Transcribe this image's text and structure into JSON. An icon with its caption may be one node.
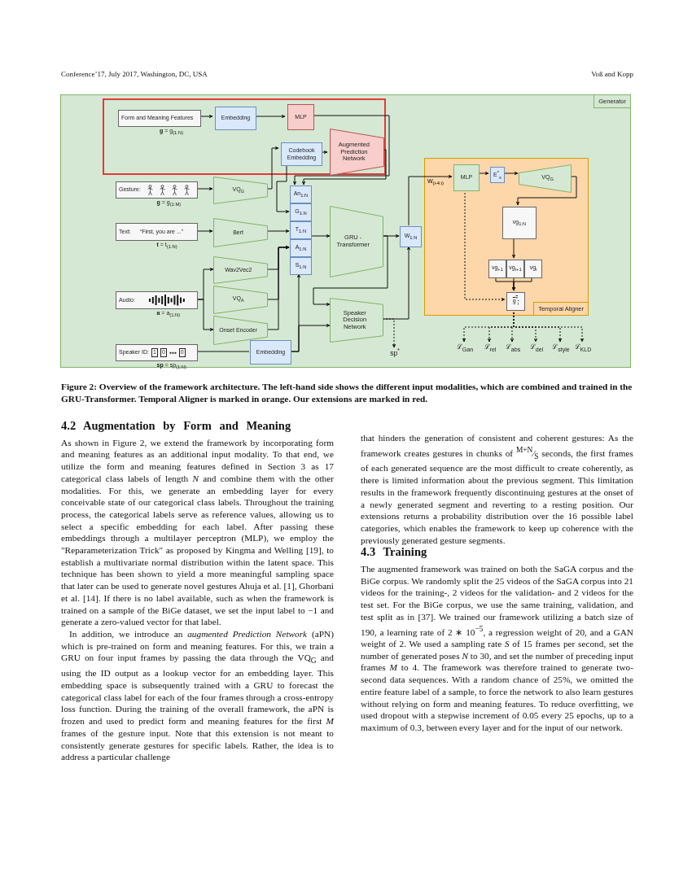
{
  "diagram": {
    "caption": "Figure 2: Overview of the framework architecture. The left-hand side shows the different input modalities, which are combined and trained in the GRU-Transformer. Temporal Aligner is marked in orange. Our extensions are marked in red.",
    "nodes": [
      {
        "text": [
          "Generator"
        ]
      },
      {
        "text": [],
        "shape": "box",
        "in": 0
      },
      {
        "text": [
          "Form and Meaning Features"
        ],
        "in": 1,
        "beside": [
          "**g** = g$_{(1:N)}$"
        ]
      },
      {
        "text": [
          "Embedding"
        ],
        "in": 1
      },
      {
        "text": [
          "MLP"
        ],
        "in": 1
      },
      {
        "text": [
          "Codebook Embedding"
        ],
        "in": 1
      },
      {
        "text": [
          "Augmented Prediction Network"
        ],
        "in": 1
      },
      {
        "text": [
          "Gesture:"
        ],
        "in": 0,
        "beside": [
          "**g** = g$_{(1:M)}$"
        ]
      },
      {
        "text": [
          "VQ$_{G}$"
        ],
        "in": 0
      },
      {
        "text": [
          "Text:",
          "“First, you are ...”"
        ],
        "in": 0,
        "beside": [
          "**t** = t$_{(1:N)}$"
        ]
      },
      {
        "text": [
          "Bert"
        ],
        "in": 0
      },
      {
        "text": [
          "Audio:"
        ],
        "in": 0,
        "beside": [
          "**a** = a$_{(1:N)}$"
        ]
      },
      {
        "text": [
          "Wav2Vec2"
        ],
        "in": 0
      },
      {
        "text": [
          "VQ$_{A}$"
        ],
        "in": 0
      },
      {
        "text": [
          "Onset Encoder"
        ],
        "in": 0
      },
      {
        "text": [
          "Speaker ID:",
          "1",
          "0",
          "●●●",
          "0"
        ],
        "in": 0,
        "beside": [
          "**sp** = sp$_{(1:N)}$"
        ]
      },
      {
        "text": [
          "Embedding"
        ],
        "in": 0
      },
      {
        "text": [
          "An$_{1:N}$"
        ],
        "in": 0
      },
      {
        "text": [
          "G$_{1:N}$"
        ],
        "in": 0
      },
      {
        "text": [
          "T$_{1:N}$"
        ],
        "in": 0
      },
      {
        "text": [
          "A$_{1:N}$"
        ],
        "in": 0
      },
      {
        "text": [
          "S$_{1:N}$"
        ],
        "in": 0
      },
      {
        "text": [
          "GRU - Transformer"
        ],
        "in": 0
      },
      {
        "text": [
          "Speaker Decision Network"
        ],
        "in": 0
      },
      {
        "text": [
          "W$_{1:N}$"
        ],
        "in": 0
      },
      {
        "text": [
          "sp$^{*}$"
        ],
        "in": 0
      },
      {
        "text": [
          "Temporal Aligner"
        ],
        "in": 0
      },
      {
        "text": [
          "MLP"
        ],
        "in": 26
      },
      {
        "text": [
          "E$^{*}$$_{x}$"
        ],
        "in": 26
      },
      {
        "text": [
          "VQ$_{G}$"
        ],
        "in": 26
      },
      {
        "text": [
          "vg$_{1:N}$"
        ],
        "in": 26
      },
      {
        "text": [
          "vg$_{i-1}$"
        ],
        "in": 26
      },
      {
        "text": [
          "vg$_{i+1}$"
        ],
        "in": 26
      },
      {
        "text": [
          "vg$_{i}$"
        ],
        "in": 26
      },
      {
        "text": [
          "g$^{*}$$_{i}$"
        ],
        "in": 26
      },
      {
        "text": [
          "ℒ$_{Gan}$"
        ],
        "in": 0
      },
      {
        "text": [
          "ℒ$_{rel}$"
        ],
        "in": 0
      },
      {
        "text": [
          "ℒ$_{abs}$"
        ],
        "in": 0
      },
      {
        "text": [
          "ℒ$_{del}$"
        ],
        "in": 0
      },
      {
        "text": [
          "ℒ$_{style}$"
        ],
        "in": 0
      },
      {
        "text": [
          "ℒ$_{KLD}$"
        ],
        "in": 0
      }
    ],
    "edges": [
      {
        "from": 2,
        "to": 3,
        "arrow": "to"
      },
      {
        "from": 3,
        "to": 4,
        "arrow": "to"
      },
      {
        "from": 4,
        "to": 17,
        "arrow": "to"
      },
      {
        "from": 6,
        "to": 17,
        "arrow": "to"
      },
      {
        "from": 5,
        "to": 6,
        "arrow": "to"
      },
      {
        "from": 7,
        "to": 8,
        "arrow": "to"
      },
      {
        "from": 8,
        "to": 5,
        "arrow": "to"
      },
      {
        "from": 5,
        "to": 18,
        "arrow": "to"
      },
      {
        "from": 9,
        "to": 10,
        "arrow": "to"
      },
      {
        "from": 10,
        "to": 19,
        "arrow": "to"
      },
      {
        "from": 11,
        "to": 12,
        "arrow": "to"
      },
      {
        "from": 11,
        "to": 14,
        "arrow": "to"
      },
      {
        "from": 12,
        "to": 20,
        "arrow": "to"
      },
      {
        "from": 13,
        "to": 20,
        "arrow": "to"
      },
      {
        "from": 14,
        "to": 20,
        "arrow": "to"
      },
      {
        "from": 15,
        "to": 16,
        "arrow": "none"
      },
      {
        "from": 16,
        "to": 21,
        "arrow": "to"
      },
      {
        "from": 16,
        "to": 23,
        "arrow": "to"
      },
      {
        "from": 19,
        "to": 22,
        "arrow": "to"
      },
      {
        "from": 22,
        "to": 24,
        "arrow": "to"
      },
      {
        "from": 22,
        "to": 23,
        "arrow": "to"
      },
      {
        "from": 23,
        "to": 24,
        "arrow": "to"
      },
      {
        "from": 23,
        "to": 25,
        "arrow": "to",
        "style": "dashed"
      },
      {
        "from": 24,
        "to": 27,
        "arrow": "to",
        "label": "W$_{(i-4:i)}$"
      },
      {
        "from": 27,
        "to": 28,
        "arrow": "to"
      },
      {
        "from": 28,
        "to": 29,
        "arrow": "to"
      },
      {
        "from": 29,
        "to": 30,
        "arrow": "to"
      },
      {
        "from": 30,
        "to": 32,
        "arrow": "to"
      },
      {
        "from": 31,
        "to": 34,
        "arrow": "to"
      },
      {
        "from": 32,
        "to": 34,
        "arrow": "to"
      },
      {
        "from": 33,
        "to": 34,
        "arrow": "to"
      },
      {
        "from": 27,
        "to": 34,
        "arrow": "to",
        "style": "dashed"
      },
      {
        "from": 34,
        "to": 35,
        "arrow": "to",
        "style": "dashed"
      },
      {
        "from": 34,
        "to": 36,
        "arrow": "to",
        "style": "dashed"
      },
      {
        "from": 34,
        "to": 37,
        "arrow": "to",
        "style": "dashed"
      },
      {
        "from": 34,
        "to": 38,
        "arrow": "to",
        "style": "dashed"
      },
      {
        "from": 34,
        "to": 39,
        "arrow": "to",
        "style": "dashed"
      },
      {
        "from": 34,
        "to": 40,
        "arrow": "to",
        "style": "dashed"
      }
    ],
    "labels": [
      "Conference’17, July 2017, Washington, DC, USA",
      "Voß and Kopp",
      "4.2 Augmentation by Form and Meaning",
      "As shown in Figure 2, we extend the framework by incorporating form and meaning features as an additional input modality. To that end, we utilize the form and meaning features defined in Section 3 as 17 categorical class labels of length *N* and combine them with the other modalities. For this, we generate an embedding layer for every conceivable state of our categorical class labels. Throughout the training process, the categorical labels serve as reference values, allowing us to select a specific embedding for each label. After passing these embeddings through a multilayer perceptron (MLP), we employ the \"Reparameterization Trick\" as proposed by Kingma and Welling [19], to establish a multivariate normal distribution within the latent space. This technique has been shown to yield a more meaningful sampling space that later can be used to generate novel gestures Ahuja et al. [1], Ghorbani et al. [14]. If there is no label available, such as when the framework is trained on a sample of the BiGe dataset, we set the input label to −1 and generate a zero-valued vector for that label.",
      "In addition, we introduce an *augmented Prediction Network* (aPN) which is pre-trained on form and meaning features. For this, we train a GRU on four input frames by passing the data through the VQ$_{G}$ and using the ID output as a lookup vector for an embedding layer. This embedding space is subsequently trained with a GRU to forecast the categorical class label for each of the four frames through a cross-entropy loss function. During the training of the overall framework, the aPN is frozen and used to predict form and meaning features for the first *M* frames of the gesture input. Note that this extension is not meant to consistently generate gestures for specific labels. Rather, the idea is to address a particular challenge",
      "that hinders the generation of consistent and coherent gestures: As the framework creates gestures in chunks of $^{M+N}$⁄$_{S}$ seconds, the first frames of each generated sequence are the most difficult to create coherently, as there is limited information about the previous segment. This limitation results in the framework frequently discontinuing gestures at the onset of a newly generated segment and reverting to a resting position. Our extensions returns a probability distribution over the 16 possible label categories, which enables the framework to keep up coherence with the previously generated gesture segments.",
      "4.3 Training",
      "The augmented framework was trained on both the SaGA corpus and the BiGe corpus. We randomly split the 25 videos of the SaGA corpus into 21 videos for the training-, 2 videos for the validation- and 2 videos for the test set. For the BiGe corpus, we use the same training, validation, and test split as in [37]. We trained our framework utilizing a batch size of 190, a learning rate of 2 ∗ 10$^{−5}$, a regression weight of 20, and a GAN weight of 2. We used a sampling rate *S* of 15 frames per second, set the number of generated poses *N* to 30, and set the number of preceding input frames *M* to 4. The framework was therefore trained to generate two-second data sequences. With a random chance of 25%, we omitted the entire feature label of a sample, to force the network to also learn gestures without relying on form and meaning features. To reduce overfitting, we used dropout with a stepwise increment of 0.05 every 25 epochs, up to a maximum of 0.3, between every layer and for the input of our network."
    ]
  }
}
